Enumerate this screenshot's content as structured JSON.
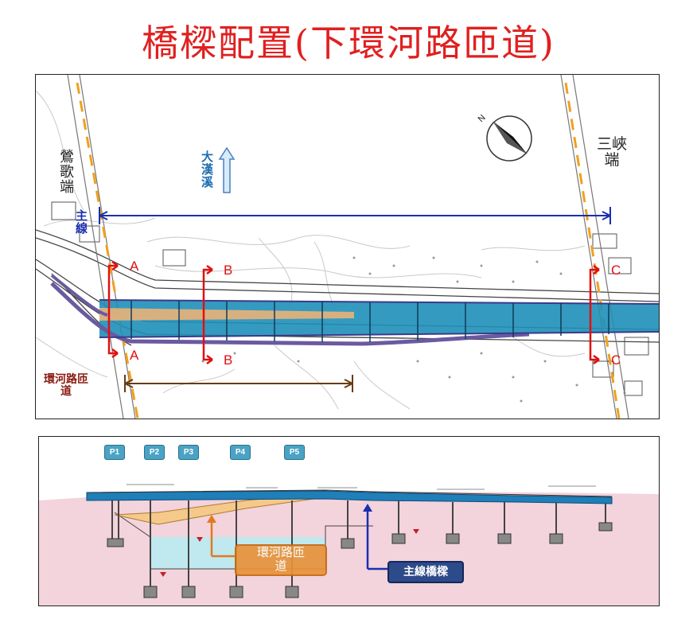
{
  "title": "橋樑配置(下環河路匝道)",
  "plan": {
    "yingge_end": [
      "鶯",
      "歌",
      "端"
    ],
    "sanxia_end": [
      "三",
      "峽",
      "端"
    ],
    "river": [
      "大",
      "漢",
      "溪"
    ],
    "main_line": [
      "主",
      "線"
    ],
    "ramp": [
      "環河路匝",
      "道"
    ],
    "section_marks": [
      "A",
      "A",
      "B",
      "B",
      "C",
      "C"
    ],
    "north_label": "N"
  },
  "section": {
    "piers": [
      "P1",
      "P2",
      "P3",
      "P4",
      "P5"
    ],
    "ramp_label": [
      "環河路匝",
      "道"
    ],
    "main_label": "主線橋樑",
    "colors": {
      "deck": "#1f7fb8",
      "ground": "#f3d3dc",
      "water": "#bfe9ee",
      "ramp": "#f5c98a",
      "orange": "#e07a1f",
      "navy": "#1a2fb0",
      "badge": "#4aa3c4"
    }
  }
}
